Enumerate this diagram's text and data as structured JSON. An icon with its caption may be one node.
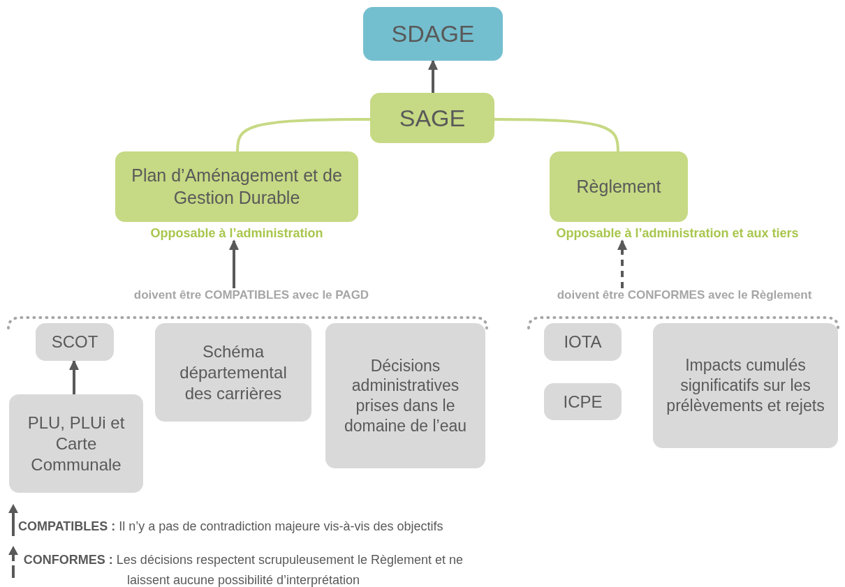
{
  "diagram": {
    "nodes": [
      {
        "text": [
          "SDAGE"
        ]
      },
      {
        "text": [
          "SAGE"
        ]
      },
      {
        "text": [
          "Plan d’Aménagement et de Gestion Durable"
        ],
        "beside": [
          "Opposable à l’administration"
        ]
      },
      {
        "text": [
          "Règlement"
        ],
        "beside": [
          "Opposable à l’administration et aux tiers"
        ]
      },
      {
        "text": [
          "SCOT"
        ]
      },
      {
        "text": [
          "Schéma départemental des carrières"
        ]
      },
      {
        "text": [
          "Décisions administratives prises dans le domaine de l’eau"
        ]
      },
      {
        "text": [
          "PLU, PLUi et Carte Communale"
        ]
      },
      {
        "text": [
          "IOTA"
        ]
      },
      {
        "text": [
          "ICPE"
        ]
      },
      {
        "text": [
          "Impacts cumulés significatifs sur les prélèvements et rejets"
        ]
      },
      {
        "text": [
          "doivent être COMPATIBLES avec le PAGD"
        ]
      },
      {
        "text": [
          "doivent être CONFORMES avec le Règlement"
        ]
      }
    ],
    "edges": [
      {
        "from": 1,
        "to": 0,
        "arrow": "to"
      },
      {
        "from": 1,
        "to": 2,
        "arrow": "none",
        "color": "#c6d984"
      },
      {
        "from": 1,
        "to": 3,
        "arrow": "none",
        "color": "#c6d984"
      },
      {
        "from": 7,
        "to": 4,
        "arrow": "to"
      },
      {
        "from": 11,
        "to": 2,
        "arrow": "to"
      },
      {
        "from": 12,
        "to": 3,
        "arrow": "to",
        "style": "dashed"
      }
    ],
    "legend": [
      {
        "text": "**COMPATIBLES :** Il n’y a pas de contradiction majeure vis-à-vis des objectifs"
      },
      {
        "text": "**CONFORMES :** Les décisions respectent scrupuleusement le Règlement et ne laissent aucune possibilité d’interprétation"
      }
    ]
  }
}
